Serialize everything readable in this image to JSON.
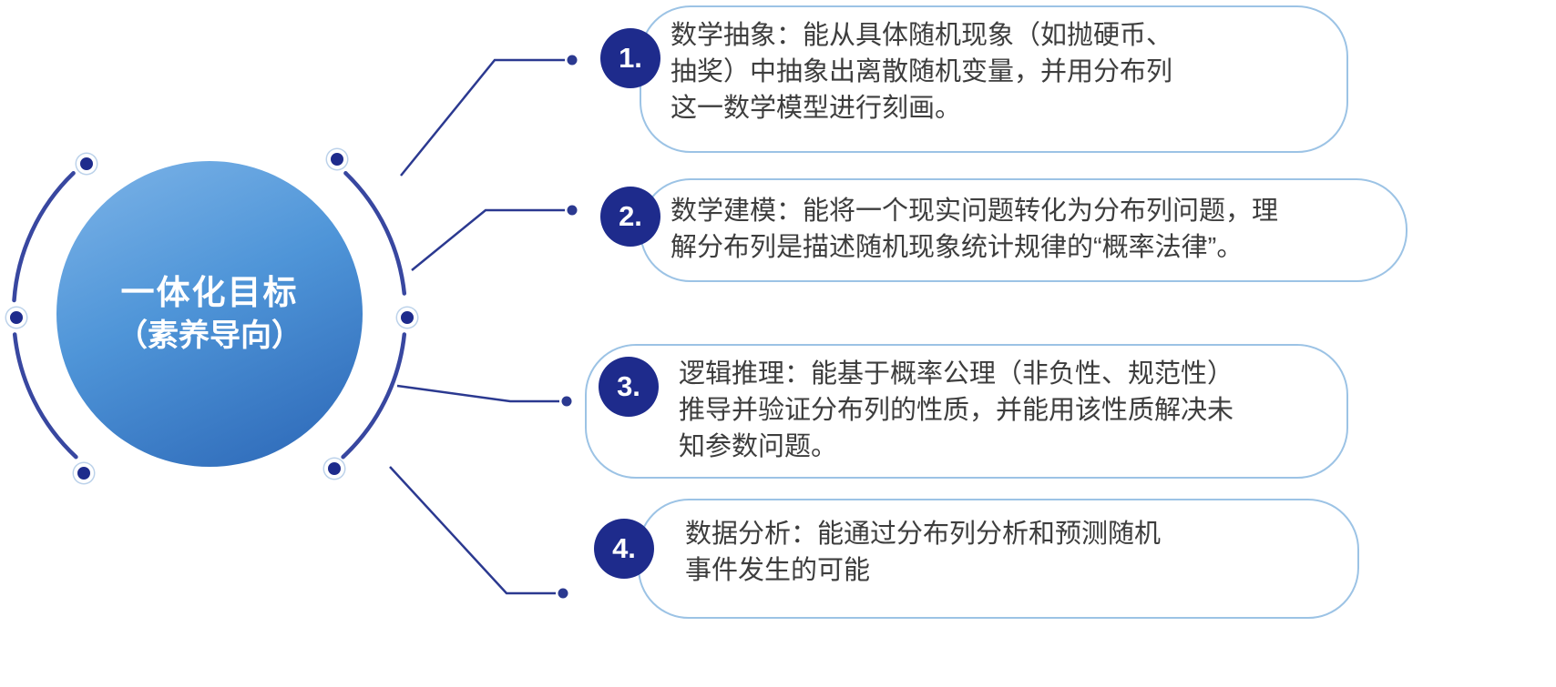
{
  "colors": {
    "circle_gradient_start": "#7DB4E8",
    "circle_gradient_end": "#2B66B6",
    "badge_background": "#1E2B8C",
    "box_border": "#9CC3E5",
    "connector_line": "#2B3990",
    "decor_arc": "#3847A0",
    "body_text": "#3D3D3D"
  },
  "center": {
    "line1": "一体化目标",
    "line2": "（素养导向）"
  },
  "items": [
    {
      "number": "1.",
      "lines": [
        "数学抽象：能从具体随机现象（如抛硬币、",
        "抽奖）中抽象出离散随机变量，并用分布列",
        "这一数学模型进行刻画。"
      ]
    },
    {
      "number": "2.",
      "lines": [
        "数学建模：能将一个现实问题转化为分布列问题，理",
        "解分布列是描述随机现象统计规律的“概率法律”。"
      ]
    },
    {
      "number": "3.",
      "lines": [
        "逻辑推理：能基于概率公理（非负性、规范性）",
        "推导并验证分布列的性质，并能用该性质解决未",
        "知参数问题。"
      ]
    },
    {
      "number": "4.",
      "lines": [
        "数据分析：能通过分布列分析和预测随机",
        "事件发生的可能"
      ]
    }
  ]
}
